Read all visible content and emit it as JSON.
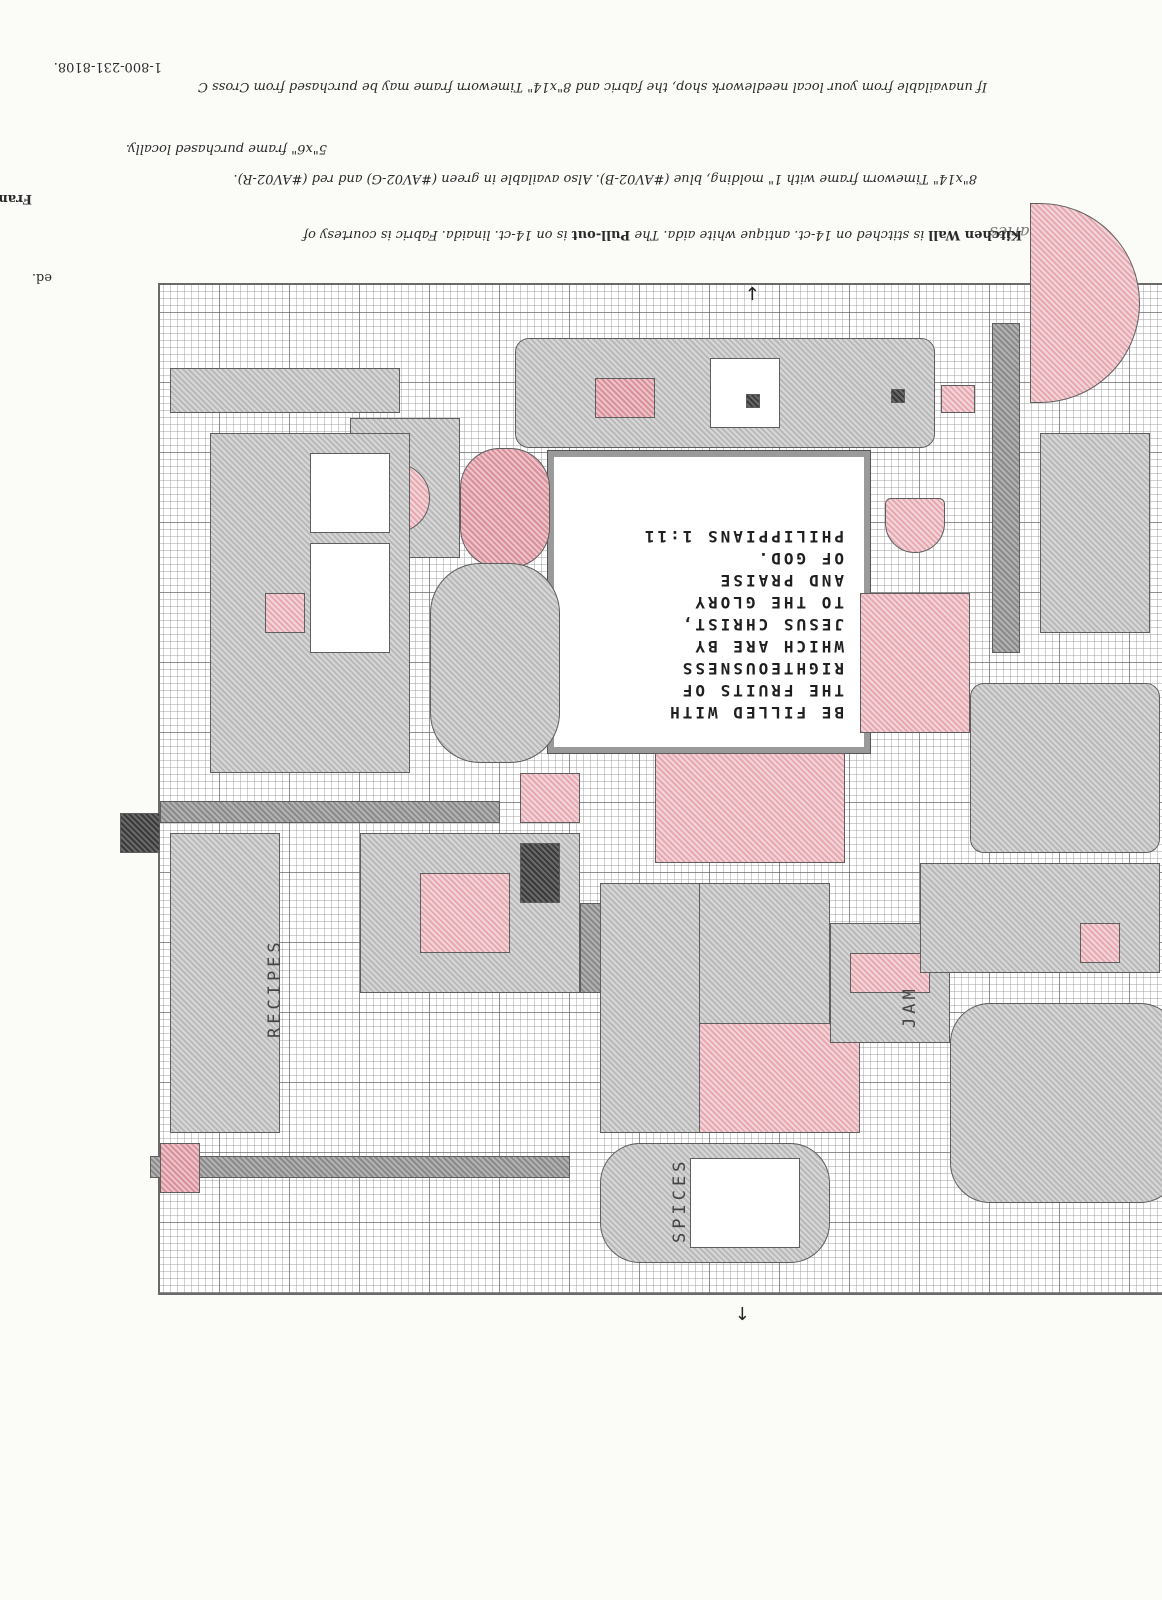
{
  "header": {
    "fragment_top": "ed.",
    "line1_bold": "Kitchen Wall",
    "line1_a": " is stitched on 14-ct. antique white aida. The ",
    "line1_bold2": "Pull-out",
    "line1_b": " is on 14-ct. linaida. Fabric is courtesy of",
    "logo_text": "Charles",
    "frames_heading": "Frames:",
    "frame_line1": "8\"x14\" Timeworn frame with 1\" molding, blue (#AV02-B). Also available in green (#AV02-G) and red (#AV02-R).",
    "frame_line2": "5\"x6\" frame purchased locally.",
    "unavailable_line": "If unavailable from your local needlework shop, the fabric and 8\"x14\" Timeworn frame may be purchased from Cross C",
    "phone": "1-800-231-8108."
  },
  "chart": {
    "verse_lines": [
      "BE FILLED WITH",
      "THE FRUITS OF",
      "RIGHTEOUSNESS",
      "WHICH ARE BY",
      "JESUS CHRIST,",
      "TO THE GLORY",
      "AND PRAISE",
      "OF GOD.",
      "PHILIPPIANS 1:11"
    ],
    "label_spices": "SPICES",
    "label_jam": "JAM",
    "label_recipes": "RECIPES"
  },
  "colors": {
    "pink": "#e6a9b1",
    "gray": "#b9b9b9",
    "dark": "#3a3a3a"
  }
}
